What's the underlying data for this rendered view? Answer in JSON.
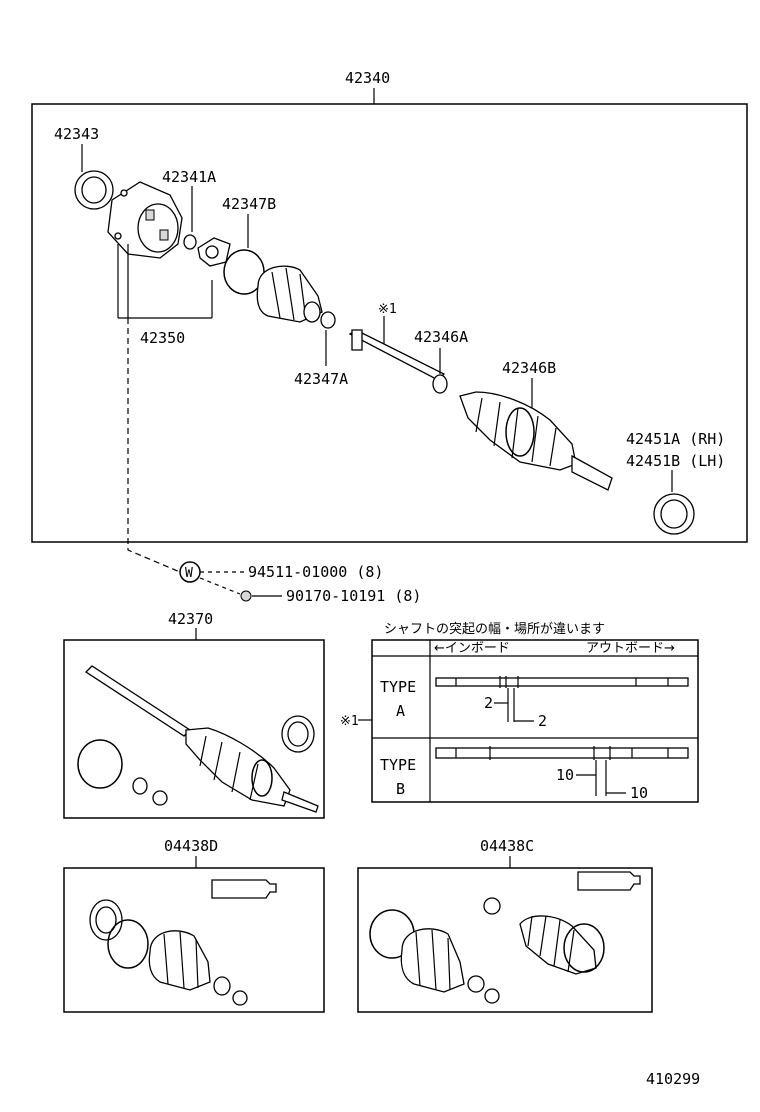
{
  "labels": {
    "assembly": "42340",
    "p42343": "42343",
    "p42341a": "42341A",
    "p42347b": "42347B",
    "p42350": "42350",
    "p42347a": "42347A",
    "note_ref": "※1",
    "p42346a": "42346A",
    "p42346b": "42346B",
    "p42451a": "42451A (RH)",
    "p42451b": "42451B (LH)",
    "washer_symbol": "W",
    "p94511": "94511-01000 (8)",
    "p90170": "90170-10191 (8)",
    "p42370": "42370",
    "p04438d": "04438D",
    "p04438c": "04438C",
    "diagram_code": "410299"
  },
  "shaft_types": {
    "title": "シャフトの突起の幅・場所が違います",
    "inboard": "←インボード",
    "outboard": "アウトボード→",
    "ref": "※1",
    "type_a_line1": "TYPE",
    "type_a_line2": "A",
    "type_b_line1": "TYPE",
    "type_b_line2": "B",
    "a_dim1": "2",
    "a_dim2": "2",
    "b_dim1": "10",
    "b_dim2": "10"
  }
}
